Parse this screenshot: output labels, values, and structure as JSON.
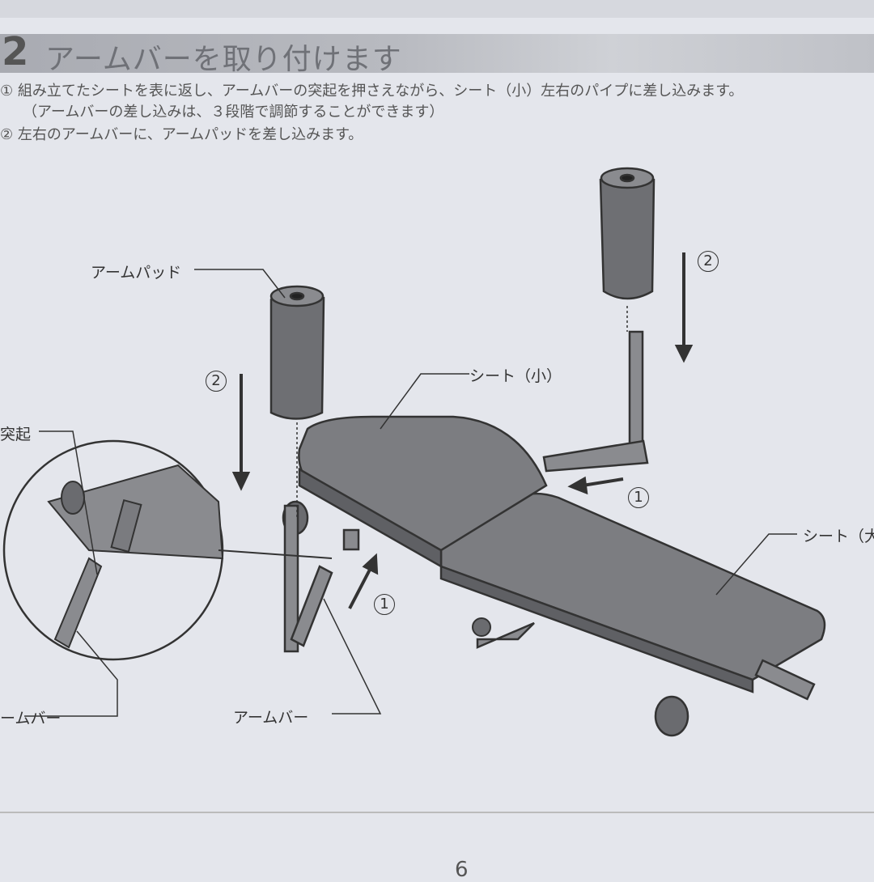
{
  "step": {
    "number": "2",
    "title": "アームバーを取り付けます"
  },
  "instructions": [
    "① 組み立てたシートを表に返し、アームバーの突起を押さえながら、シート（小）左右のパイプに差し込みます。",
    "（アームバーの差し込みは、３段階で調節することができます）",
    "② 左右のアームバーに、アームパッドを差し込みます。"
  ],
  "labels": {
    "arm_pad": "アームパッド",
    "seat_small": "シート（小）",
    "seat_large": "シート（大",
    "protrusion": "突起",
    "arm_bar_left": "ームバー",
    "arm_bar_center": "アームバー"
  },
  "markers": {
    "one": "1",
    "two": "2"
  },
  "page_number": "6"
}
